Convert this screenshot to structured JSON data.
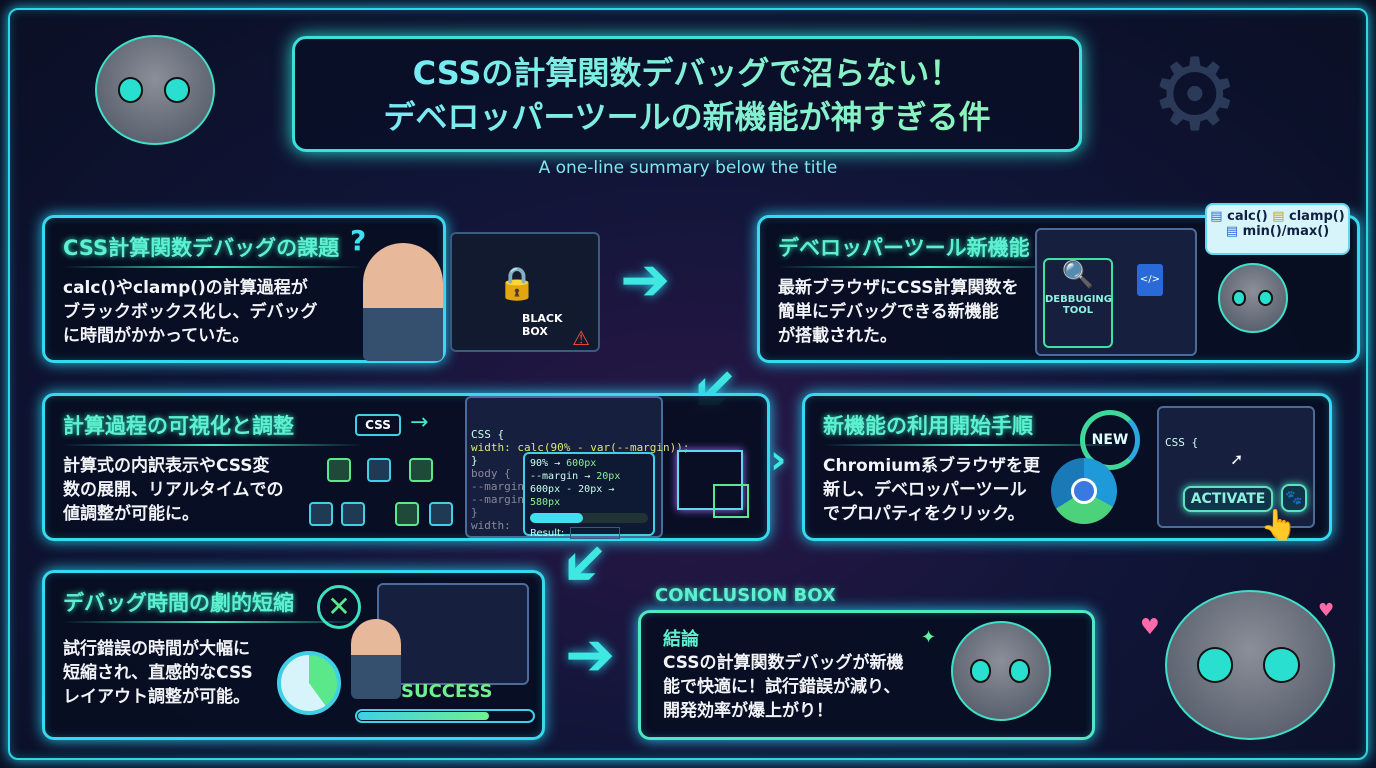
{
  "header": {
    "title_line1": "CSSの計算関数デバッグで沼らない！",
    "title_line2": "デベロッパーツールの新機能が神すぎる件",
    "subtitle": "A one-line summary below the title"
  },
  "panels": [
    {
      "title": "CSS計算関数デバッグの課題",
      "body": [
        "calc()やclamp()の計算過程が",
        "ブラックボックス化し、デバッグ",
        "に時間がかかっていた。"
      ],
      "illustration_label": "BLACK BOX"
    },
    {
      "title": "デベロッパーツール新機能",
      "body": [
        "最新ブラウザにCSS計算関数を",
        "簡単にデバッグできる新機能",
        "が搭載された。"
      ],
      "illustration_label": "DEBBUGING TOOL",
      "bubble": [
        "calc()",
        "clamp()",
        "min()/max()"
      ]
    },
    {
      "title": "計算過程の可視化と調整",
      "body": [
        "計算式の内訳表示やCSS変",
        "数の展開、リアルタイムでの",
        "値調整が可能に。"
      ],
      "tree_root": "CSS",
      "code": {
        "line1": "CSS {",
        "line2": "  width: calc(90% - var(--margin));",
        "line3": "}",
        "line4": "body {",
        "line5": "  --margin",
        "line6": "  --margin",
        "line7": "}",
        "line8": "  width:"
      },
      "popup": {
        "rows": [
          [
            "90%",
            "→",
            "600px"
          ],
          [
            "--margin",
            "→",
            "20px"
          ],
          [
            "600px - 20px",
            "→",
            "580px"
          ]
        ],
        "result_label": "Result:",
        "slider_value": 0.45
      }
    },
    {
      "title": "新機能の利用開始手順",
      "body": [
        "Chromium系ブラウザを更",
        "新し、デベロッパーツール",
        "でプロパティをクリック。"
      ],
      "badge": "NEW",
      "code": "CSS {",
      "button": "ACTIVATE"
    },
    {
      "title": "デバッグ時間の劇的短縮",
      "body": [
        "試行錯誤の時間が大幅に",
        "短縮され、直感的なCSS",
        "レイアウト調整が可能。"
      ],
      "status": "SUCCESS",
      "progress": 0.75
    }
  ],
  "conclusion": {
    "tag": "CONCLUSION BOX",
    "title": "結論",
    "body": [
      "CSSの計算関数デバッグが新機",
      "能で快適に！試行錯誤が減り、",
      "開発効率が爆上がり！"
    ]
  },
  "colors": {
    "accent_cyan": "#37d9ee",
    "accent_green": "#5ff0d0",
    "background": "#0a0f24"
  }
}
